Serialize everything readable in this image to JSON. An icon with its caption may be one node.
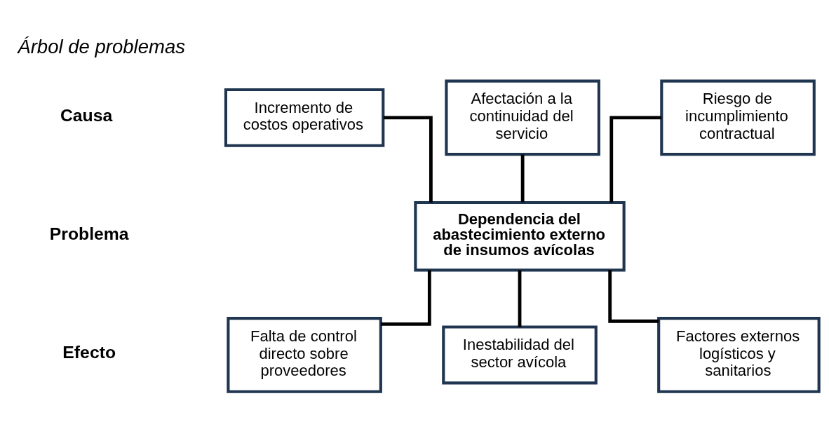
{
  "diagram": {
    "title": "Árbol de problemas",
    "nodes": [
      {
        "text": [
          "Riesgo de incumplimiento contractual"
        ]
      },
      {
        "text": [
          "Incremento de costos operativos"
        ]
      },
      {
        "text": [
          "Afectación a la continuidad del servicio"
        ]
      },
      {
        "text": [
          "Dependencia del abastecimiento externo de insumos avícolas"
        ]
      },
      {
        "text": [
          "Inestabilidad del sector avícola"
        ]
      },
      {
        "text": [
          "Factores externos logísticos y sanitarios"
        ]
      },
      {
        "text": [
          "Falta de control directo sobre proveedores"
        ]
      }
    ],
    "edges": [
      {
        "from": 0,
        "to": 3,
        "arrow": "none"
      },
      {
        "from": 1,
        "to": 3,
        "arrow": "none"
      },
      {
        "from": 2,
        "to": 3,
        "arrow": "none"
      },
      {
        "from": 3,
        "to": 4,
        "arrow": "none"
      },
      {
        "from": 3,
        "to": 5,
        "arrow": "none"
      },
      {
        "from": 3,
        "to": 6,
        "arrow": "none"
      }
    ],
    "labels": [
      "Causa",
      "Problema",
      "Efecto"
    ]
  }
}
